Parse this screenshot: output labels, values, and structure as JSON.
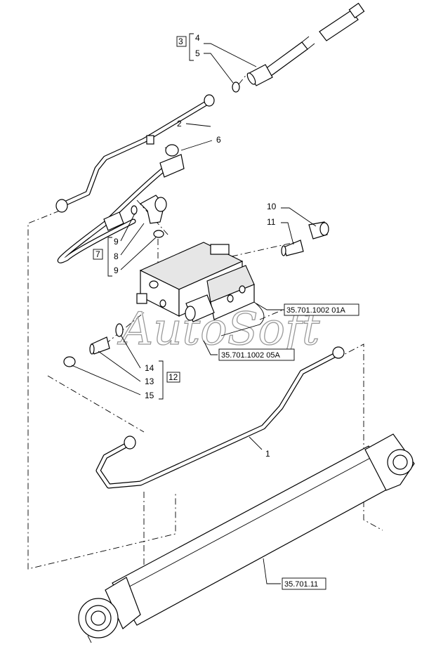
{
  "watermark": "AutoSoft",
  "callouts": {
    "c1": "1",
    "c2": "2",
    "c3": "3",
    "c4": "4",
    "c5": "5",
    "c6": "6",
    "c7": "7",
    "c8": "8",
    "c9a": "9",
    "c9b": "9",
    "c10": "10",
    "c11": "11",
    "c12": "12",
    "c13": "13",
    "c14": "14",
    "c15": "15"
  },
  "references": {
    "ref_valve_01a": "35.701.1002 01A",
    "ref_valve_05a": "35.701.1002 05A",
    "ref_cylinder": "35.701.11"
  }
}
